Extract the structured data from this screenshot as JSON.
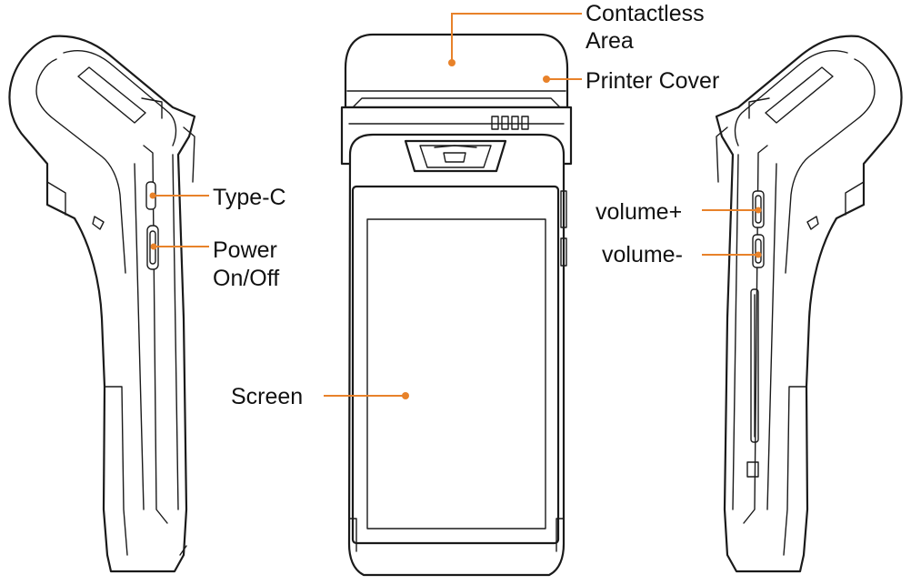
{
  "accent_color": "#E8822A",
  "line_color": "#1A1A1A",
  "icons": {
    "left_view": "device-side-view-left-icon",
    "front_view": "device-front-view-icon",
    "right_view": "device-side-view-right-icon"
  },
  "callouts": {
    "contactless_area": {
      "line1": "Contactless",
      "line2": "Area"
    },
    "printer_cover": {
      "line1": "Printer Cover"
    },
    "type_c": {
      "line1": "Type-C"
    },
    "power": {
      "line1": "Power",
      "line2": "On/Off"
    },
    "screen": {
      "line1": "Screen"
    },
    "volume_up": {
      "line1": "volume+"
    },
    "volume_down": {
      "line1": "volume-"
    }
  }
}
